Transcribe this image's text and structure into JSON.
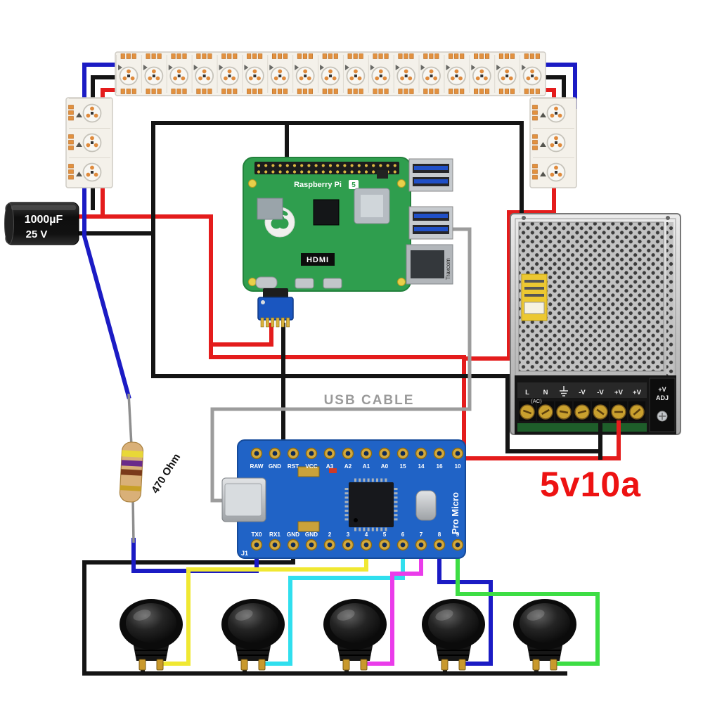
{
  "labels": {
    "usb_cable": "USB CABLE",
    "psu_rating": "5v10a",
    "resistor_value": "470 Ohm"
  },
  "capacitor": {
    "value": "1000µF",
    "voltage": "25 V"
  },
  "raspberry_pi": {
    "name": "Raspberry Pi",
    "model": "5",
    "hdmi_label": "HDMI",
    "ethernet_label": "Traxcom"
  },
  "pro_micro": {
    "name": "Pro Micro",
    "j1": "J1",
    "top_pins": [
      "RAW",
      "GND",
      "RST",
      "VCC",
      "A3",
      "A2",
      "A1",
      "A0",
      "15",
      "14",
      "16",
      "10"
    ],
    "bottom_pins": [
      "TX0",
      "RX1",
      "GND",
      "GND",
      "2",
      "3",
      "4",
      "5",
      "6",
      "7",
      "8",
      "9"
    ]
  },
  "psu": {
    "labels": [
      "L",
      "N",
      "-V",
      "-V",
      "+V",
      "+V"
    ],
    "ac": "(AC)",
    "adj_line1": "+V",
    "adj_line2": "ADJ"
  },
  "leds": {
    "top_count": 17,
    "side_count": 3
  },
  "buttons": {
    "count": 5
  },
  "colors": {
    "wire_red": "#e41c1c",
    "wire_black": "#141414",
    "wire_blue": "#1b1bc4",
    "wire_gray": "#9c9c9c",
    "wire_yellow": "#f0e832",
    "wire_cyan": "#30dfee",
    "wire_magenta": "#ea3cea",
    "wire_green": "#3ddd44",
    "rating_red": "#ed1212"
  }
}
